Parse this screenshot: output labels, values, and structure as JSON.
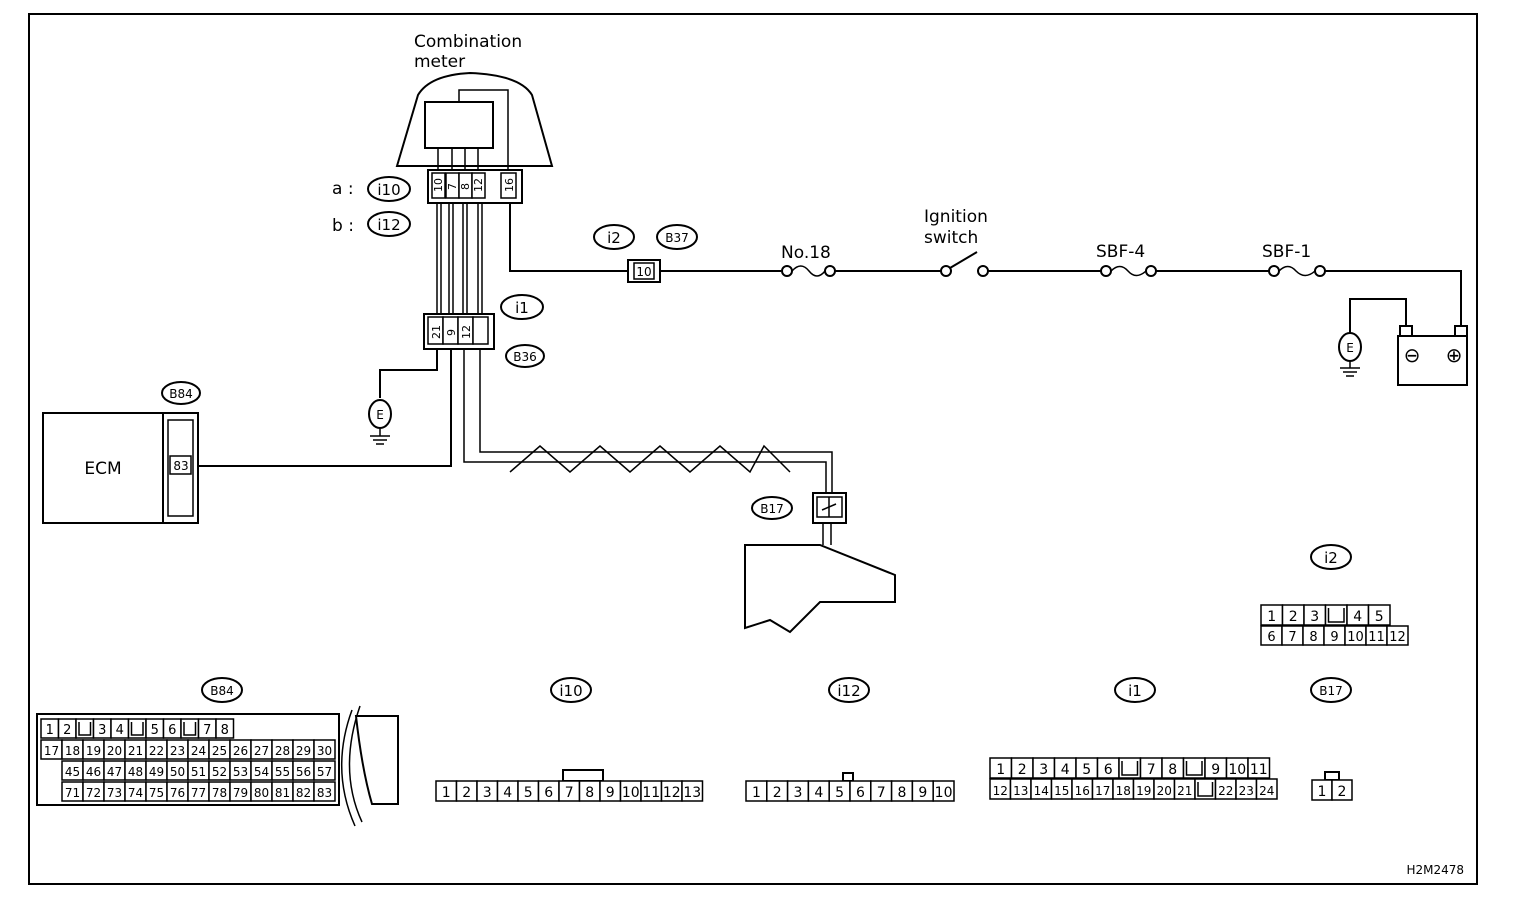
{
  "meter": {
    "title_line1": "Combination",
    "title_line2": "meter",
    "conn_a_label": "a :",
    "conn_b_label": "b :",
    "conn_a": "i10",
    "conn_b": "i12",
    "pins": [
      "10",
      "7",
      "8",
      "12",
      "16"
    ]
  },
  "junction": {
    "conn_i": "i1",
    "conn_b": "B36",
    "pins": [
      "21",
      "9",
      "12"
    ]
  },
  "ecm": {
    "label": "ECM",
    "conn": "B84",
    "pin": "83"
  },
  "transmission": {
    "conn": "B17"
  },
  "fuse_path": {
    "conn_i2": "i2",
    "conn_b37": "B37",
    "conn_pin": "10",
    "fuse": "No.18",
    "switch_line1": "Ignition",
    "switch_line2": "switch",
    "sbf4": "SBF-4",
    "sbf1": "SBF-1"
  },
  "ground_label": "E",
  "battery": {
    "minus": "⊖",
    "plus": "⊕"
  },
  "connector_views": {
    "b84": {
      "label": "B84",
      "row1": [
        "1",
        "2",
        "",
        "3",
        "4",
        "",
        "5",
        "6",
        "",
        "7",
        "8"
      ],
      "row2": [
        "17",
        "18",
        "19",
        "20",
        "21",
        "22",
        "23",
        "24",
        "25",
        "26",
        "27",
        "28",
        "29",
        "30"
      ],
      "row3": [
        "45",
        "46",
        "47",
        "48",
        "49",
        "50",
        "51",
        "52",
        "53",
        "54",
        "55",
        "56",
        "57"
      ],
      "row4": [
        "71",
        "72",
        "73",
        "74",
        "75",
        "76",
        "77",
        "78",
        "79",
        "80",
        "81",
        "82",
        "83"
      ]
    },
    "i10": {
      "label": "i10",
      "pins": [
        "1",
        "2",
        "3",
        "4",
        "5",
        "6",
        "7",
        "8",
        "9",
        "10",
        "11",
        "12",
        "13"
      ]
    },
    "i12": {
      "label": "i12",
      "pins": [
        "1",
        "2",
        "3",
        "4",
        "5",
        "6",
        "7",
        "8",
        "9",
        "10"
      ]
    },
    "i1": {
      "label": "i1",
      "row1": [
        "1",
        "2",
        "3",
        "4",
        "5",
        "6",
        "",
        "7",
        "8",
        "",
        "9",
        "10",
        "11"
      ],
      "row2": [
        "12",
        "13",
        "14",
        "15",
        "16",
        "17",
        "18",
        "19",
        "20",
        "21",
        "",
        "22",
        "23",
        "24"
      ]
    },
    "b17": {
      "label": "B17",
      "pins": [
        "1",
        "2"
      ]
    },
    "i2": {
      "label": "i2",
      "row1": [
        "1",
        "2",
        "3",
        "",
        "4",
        "5"
      ],
      "row2": [
        "6",
        "7",
        "8",
        "9",
        "10",
        "11",
        "12"
      ]
    }
  },
  "figure_code": "H2M2478"
}
